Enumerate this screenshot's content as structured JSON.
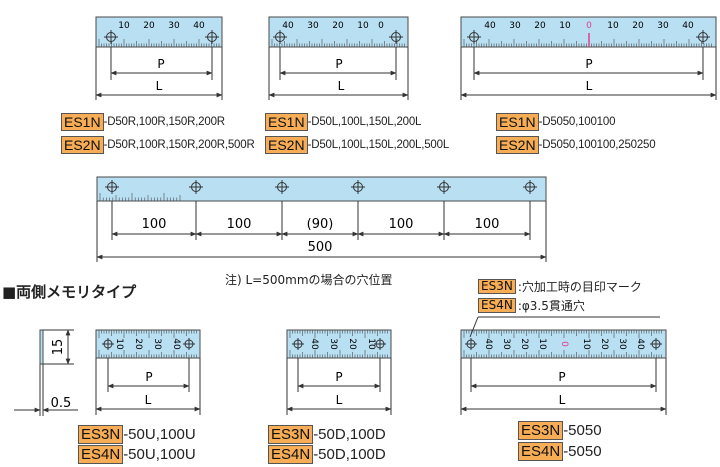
{
  "colors": {
    "ruler_fill": "#b9dff3",
    "ruler_stroke": "#4a4a4a",
    "accent": "#e0408a",
    "code_box": "#f6ad55"
  },
  "dims": {
    "P": "P",
    "L": "L"
  },
  "top_rulers": [
    {
      "id": "right",
      "ticks": [
        "10",
        "20",
        "30",
        "40"
      ],
      "codes": [
        {
          "code": "ES1N",
          "text": "-D50R,100R,150R,200R"
        },
        {
          "code": "ES2N",
          "text": "-D50R,100R,150R,200R,500R"
        }
      ]
    },
    {
      "id": "left",
      "ticks": [
        "40",
        "30",
        "20",
        "10",
        "0"
      ],
      "codes": [
        {
          "code": "ES1N",
          "text": "-D50L,100L,150L,200L"
        },
        {
          "code": "ES2N",
          "text": "-D50L,100L,150L,200L,500L"
        }
      ]
    },
    {
      "id": "center",
      "ticks_left": [
        "40",
        "30",
        "20",
        "10"
      ],
      "tick_zero": "0",
      "ticks_right": [
        "10",
        "20",
        "30",
        "40"
      ],
      "codes": [
        {
          "code": "ES1N",
          "text": "-D5050,100100"
        },
        {
          "code": "ES2N",
          "text": "-D5050,100100,250250"
        }
      ]
    }
  ],
  "long_ruler": {
    "segments": [
      "100",
      "100",
      "(90)",
      "100",
      "100"
    ],
    "total": "500",
    "note": "注) L=500mmの場合の穴位置"
  },
  "section_title": "■両側メモリタイプ",
  "legend": [
    {
      "code": "ES3N",
      "text": ":穴加工時の目印マーク"
    },
    {
      "code": "ES4N",
      "text": ":φ3.5貫通穴"
    }
  ],
  "side_dims": {
    "height": "15",
    "thickness": "0.5"
  },
  "bottom_rulers": [
    {
      "id": "U",
      "ticks": [
        "10",
        "20",
        "30",
        "40"
      ],
      "codes": [
        {
          "code": "ES3N",
          "text": "-50U,100U"
        },
        {
          "code": "ES4N",
          "text": "-50U,100U"
        }
      ]
    },
    {
      "id": "D",
      "ticks": [
        "40",
        "30",
        "20",
        "10"
      ],
      "codes": [
        {
          "code": "ES3N",
          "text": "-50D,100D"
        },
        {
          "code": "ES4N",
          "text": "-50D,100D"
        }
      ]
    },
    {
      "id": "5050",
      "ticks_left": [
        "40",
        "30",
        "20",
        "10"
      ],
      "tick_zero": "0",
      "ticks_right": [
        "10",
        "20",
        "30",
        "40"
      ],
      "codes": [
        {
          "code": "ES3N",
          "text": "-5050"
        },
        {
          "code": "ES4N",
          "text": "-5050"
        }
      ]
    }
  ]
}
